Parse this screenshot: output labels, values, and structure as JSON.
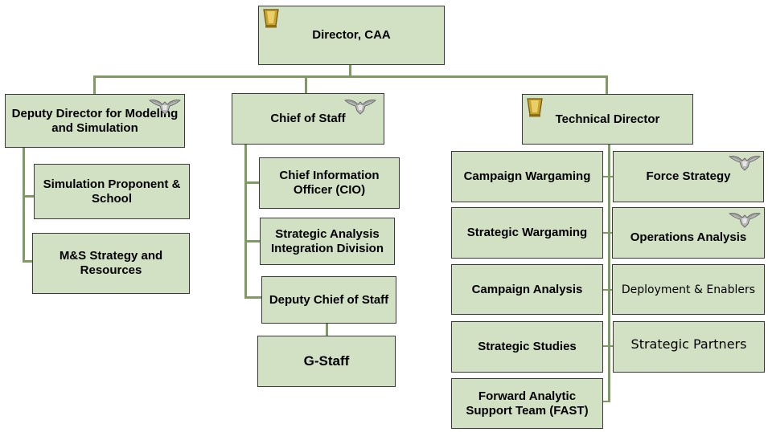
{
  "org_chart": {
    "director": "Director, CAA",
    "deputy_director": "Deputy Director for Modeling and Simulation",
    "chief_of_staff": "Chief of Staff",
    "technical_director": "Technical Director",
    "deputy_units": [
      "Simulation Proponent & School",
      "M&S Strategy and Resources"
    ],
    "cos_units": [
      "Chief Information Officer (CIO)",
      "Strategic Analysis Integration Division",
      "Deputy Chief of Staff"
    ],
    "g_staff": "G-Staff",
    "td_left_units": [
      "Campaign Wargaming",
      "Strategic Wargaming",
      "Campaign Analysis",
      "Strategic Studies",
      "Forward Analytic Support Team (FAST)"
    ],
    "td_right_units": [
      "Force Strategy",
      "Operations Analysis",
      "Deployment & Enablers",
      "Strategic Partners"
    ]
  },
  "insignia": {
    "director": "civilian-ses-flag-icon",
    "technical_director": "civilian-ses-flag-icon",
    "deputy_director": "colonel-eagle-icon",
    "chief_of_staff": "colonel-eagle-icon",
    "force_strategy": "colonel-eagle-icon",
    "operations_analysis": "colonel-eagle-icon"
  },
  "colors": {
    "box_fill": "#d2e0c4",
    "connector": "#7f9a62",
    "border": "#3a3a3a"
  }
}
